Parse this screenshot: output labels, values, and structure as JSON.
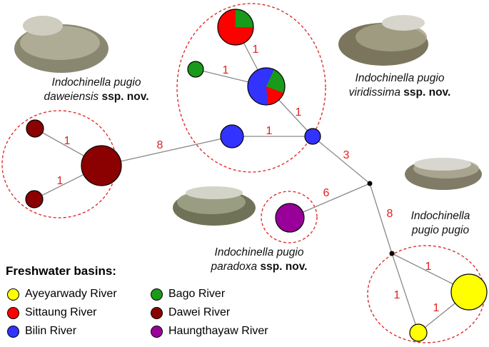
{
  "colors": {
    "Ayeyarwady": "#ffff00",
    "Sittaung": "#ff0000",
    "Bago": "#1a9a1a",
    "Dawei": "#8b0000",
    "Bilin": "#3333ff",
    "Haungthayaw": "#990099"
  },
  "taxa": [
    {
      "genus": "Indochinella pugio",
      "epithet": "daweiensis",
      "suffix": "ssp. nov."
    },
    {
      "genus": "Indochinella pugio",
      "epithet": "viridissima",
      "suffix": "ssp. nov."
    },
    {
      "genus": "Indochinella",
      "epithet": "pugio pugio",
      "suffix": ""
    },
    {
      "genus": "Indochinella pugio",
      "epithet": "paradoxa",
      "suffix": "ssp. nov."
    }
  ],
  "legend": {
    "title": "Freshwater basins:",
    "items": [
      {
        "label": "Ayeyarwady River",
        "color": "#ffff00"
      },
      {
        "label": "Bago River",
        "color": "#1a9a1a"
      },
      {
        "label": "Sittaung River",
        "color": "#ff0000"
      },
      {
        "label": "Dawei River",
        "color": "#8b0000"
      },
      {
        "label": "Bilin River",
        "color": "#3333ff"
      },
      {
        "label": "Haungthayaw River",
        "color": "#990099"
      }
    ]
  },
  "edge_labels": [
    "1",
    "1",
    "1",
    "1",
    "3",
    "1",
    "1",
    "8",
    "6",
    "8",
    "1",
    "1",
    "1"
  ]
}
